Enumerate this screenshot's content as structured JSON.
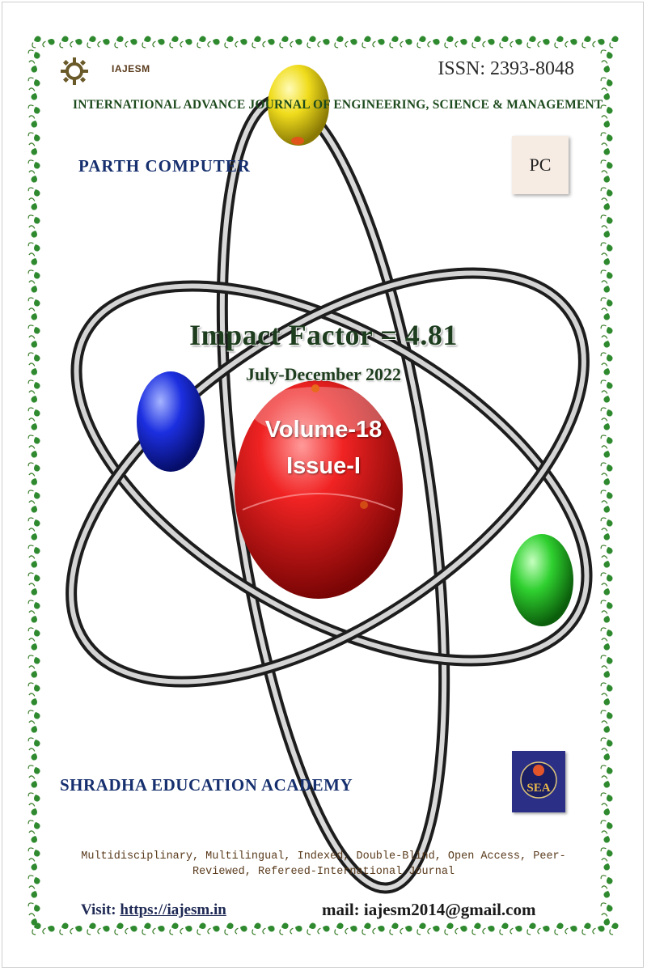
{
  "header": {
    "brand": "IAJESM",
    "issn": "ISSN: 2393-8048",
    "journal_title": "INTERNATIONAL ADVANCE JOURNAL OF ENGINEERING, SCIENCE & MANAGEMENT"
  },
  "sponsors": {
    "top_name": "PARTH COMPUTER",
    "top_logo_text": "PC",
    "bottom_name": "SHRADHA EDUCATION ACADEMY",
    "bottom_logo_text": "SEA"
  },
  "cover": {
    "impact_factor": "Impact Factor = 4.81",
    "period": "July-December 2022",
    "volume": "Volume-18",
    "issue": "Issue-I"
  },
  "tagline": "Multidisciplinary, Multilingual, Indexed, Double-Blind, Open Access, Peer-Reviewed, Refereed-International Journal",
  "footer": {
    "visit_label": "Visit:",
    "visit_url": "https://iajesm.in",
    "mail": "mail: iajesm2014@gmail.com"
  },
  "colors": {
    "border_vine": "#2f8a2f",
    "nucleus": "#d81818",
    "electron_top": "#e6d21a",
    "electron_left": "#1a2fd0",
    "electron_right": "#2fc42f",
    "heading_green": "#1d4a1d",
    "sponsor_blue": "#162f6e"
  }
}
